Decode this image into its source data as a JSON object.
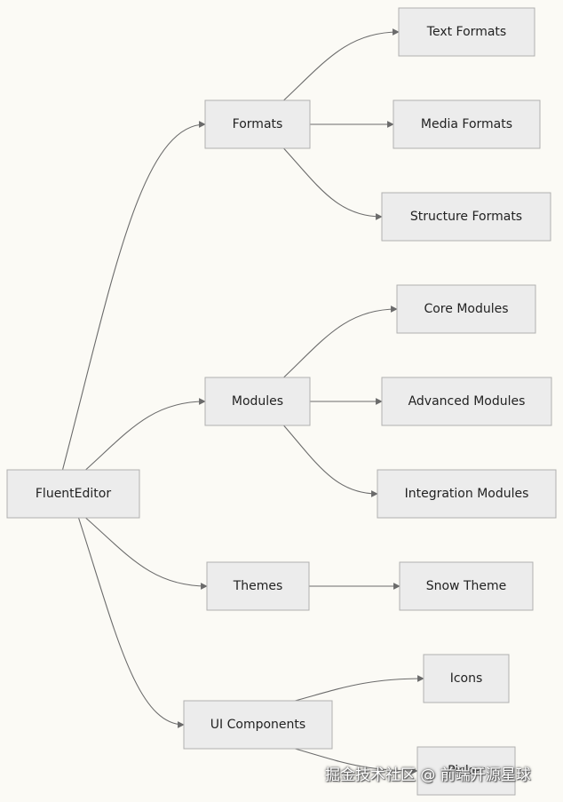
{
  "diagram": {
    "nodes": [
      {
        "id": "root",
        "label": "FluentEditor"
      },
      {
        "id": "formats",
        "label": "Formats"
      },
      {
        "id": "modules",
        "label": "Modules"
      },
      {
        "id": "themes",
        "label": "Themes"
      },
      {
        "id": "ui",
        "label": "UI Components"
      },
      {
        "id": "text",
        "label": "Text Formats"
      },
      {
        "id": "media",
        "label": "Media Formats"
      },
      {
        "id": "structure",
        "label": "Structure Formats"
      },
      {
        "id": "core",
        "label": "Core Modules"
      },
      {
        "id": "advanced",
        "label": "Advanced Modules"
      },
      {
        "id": "integration",
        "label": "Integration Modules"
      },
      {
        "id": "snow",
        "label": "Snow Theme"
      },
      {
        "id": "icons",
        "label": "Icons"
      },
      {
        "id": "picker",
        "label": "Picker"
      }
    ],
    "edges": [
      {
        "from": "root",
        "to": "formats"
      },
      {
        "from": "root",
        "to": "modules"
      },
      {
        "from": "root",
        "to": "themes"
      },
      {
        "from": "root",
        "to": "ui"
      },
      {
        "from": "formats",
        "to": "text"
      },
      {
        "from": "formats",
        "to": "media"
      },
      {
        "from": "formats",
        "to": "structure"
      },
      {
        "from": "modules",
        "to": "core"
      },
      {
        "from": "modules",
        "to": "advanced"
      },
      {
        "from": "modules",
        "to": "integration"
      },
      {
        "from": "themes",
        "to": "snow"
      },
      {
        "from": "ui",
        "to": "icons"
      },
      {
        "from": "ui",
        "to": "picker"
      }
    ]
  },
  "watermark": "掘金技术社区 @ 前端开源星球",
  "colors": {
    "background": "#fbfaf5",
    "node_fill": "#ececec",
    "node_border": "#b0b0b0",
    "edge": "#6b6b6b",
    "text": "#222222"
  }
}
